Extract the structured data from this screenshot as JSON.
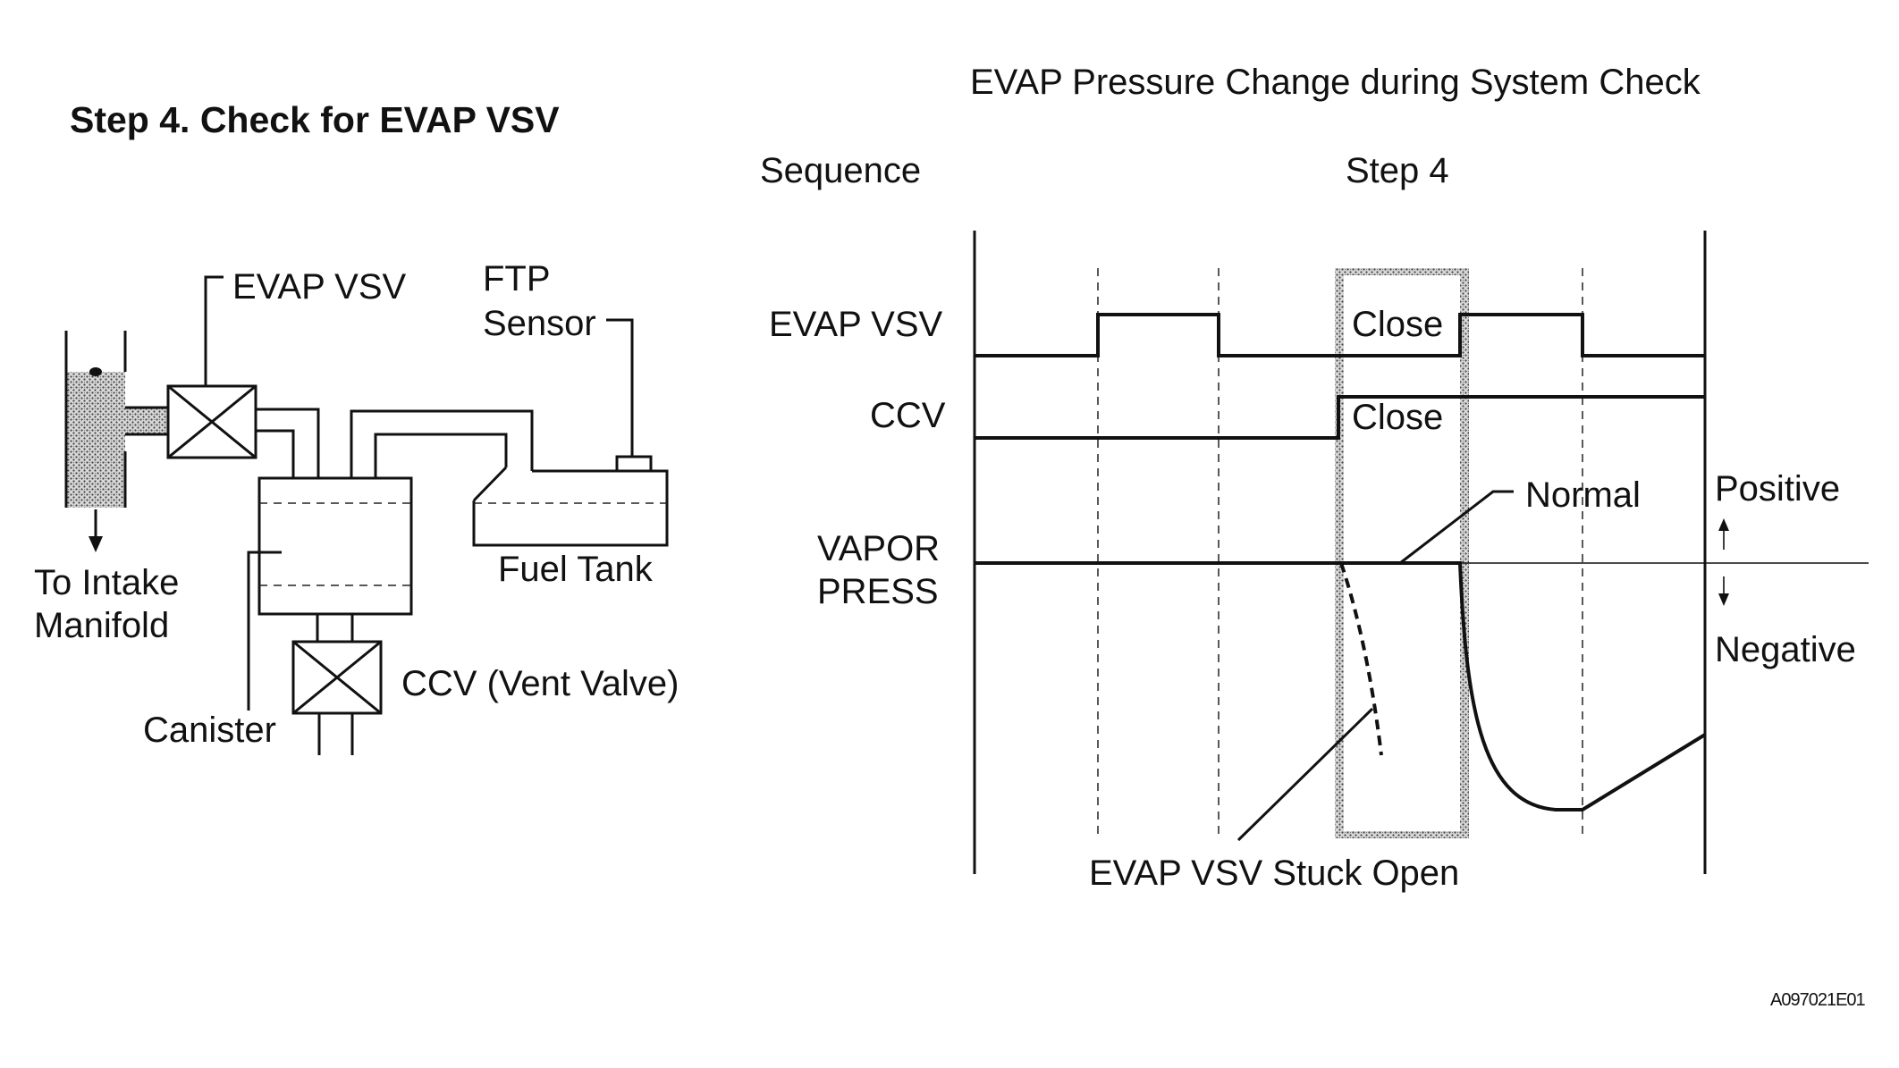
{
  "left_diagram": {
    "title": "Step 4. Check for EVAP VSV",
    "labels": {
      "evap_vsv": "EVAP VSV",
      "ftp_line1": "FTP",
      "ftp_line2": "Sensor",
      "intake_line1": "To Intake",
      "intake_line2": "Manifold",
      "fuel_tank": "Fuel Tank",
      "ccv": "CCV (Vent Valve)",
      "canister": "Canister"
    }
  },
  "timing_chart": {
    "title": "EVAP Pressure Change during System Check",
    "sequence_label": "Sequence",
    "step_label": "Step 4",
    "rows": {
      "evap_vsv": "EVAP VSV",
      "ccv": "CCV",
      "vapor_line1": "VAPOR",
      "vapor_line2": "PRESS"
    },
    "state_labels": {
      "vsv_state": "Close",
      "ccv_state": "Close"
    },
    "curve_labels": {
      "normal": "Normal",
      "stuck_open": "EVAP VSV Stuck Open"
    },
    "polarity": {
      "positive": "Positive",
      "negative": "Negative"
    }
  },
  "figure_code": "A097021E01"
}
